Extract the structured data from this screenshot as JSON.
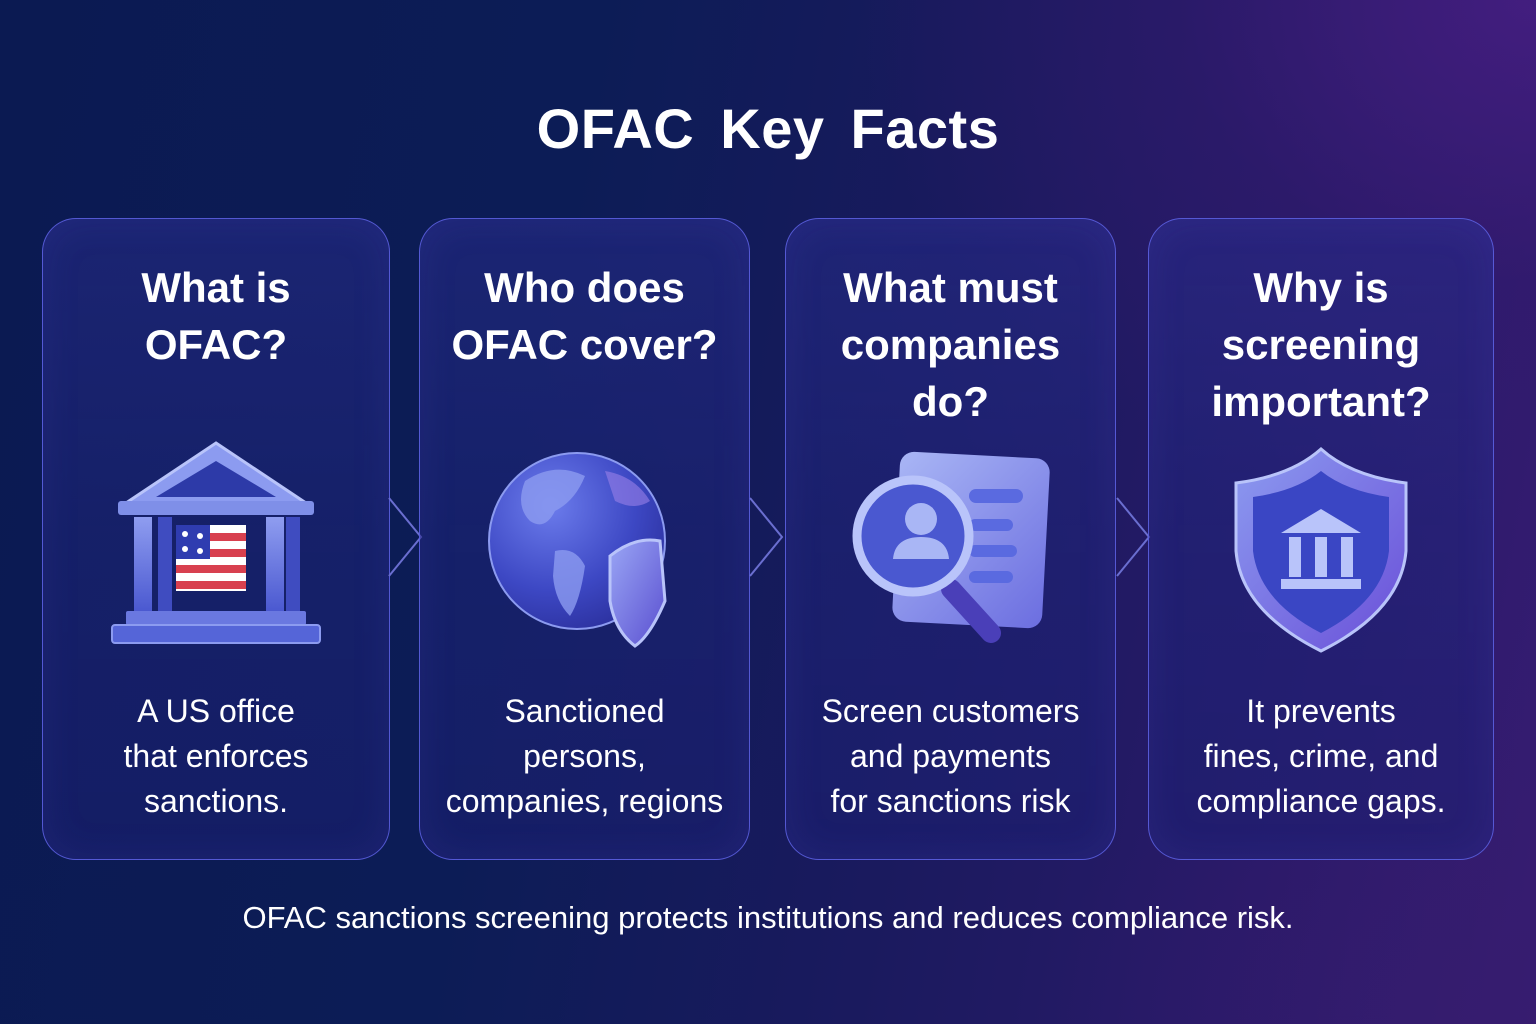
{
  "header": {
    "title": "OFAC Key Facts"
  },
  "cards": [
    {
      "question": "What is\nOFAC?",
      "icon": "government-building-flag-icon",
      "answer": "A US office\nthat enforces\nsanctions."
    },
    {
      "question": "Who does\nOFAC cover?",
      "icon": "globe-shield-icon",
      "answer": "Sanctioned\npersons,\ncompanies, regions"
    },
    {
      "question": "What must\ncompanies\ndo?",
      "icon": "magnifier-document-icon",
      "answer": "Screen customers\nand payments\nfor sanctions risk"
    },
    {
      "question": "Why is\nscreening\nimportant?",
      "icon": "shield-bank-icon",
      "answer": "It prevents\nfines, crime, and\ncompliance gaps."
    }
  ],
  "connectors": [
    "chevron-right-icon",
    "chevron-right-icon",
    "chevron-right-icon"
  ],
  "footer": {
    "text": "OFAC sanctions screening protects institutions and reduces compliance risk."
  },
  "colors": {
    "background_left": "#0c1c56",
    "background_right": "#361c72",
    "card_border": "#5f64e6",
    "icon_primary": "#5a6ae0",
    "icon_light": "#a9b6f5",
    "flag_red": "#d8404f",
    "text": "#ffffff"
  }
}
